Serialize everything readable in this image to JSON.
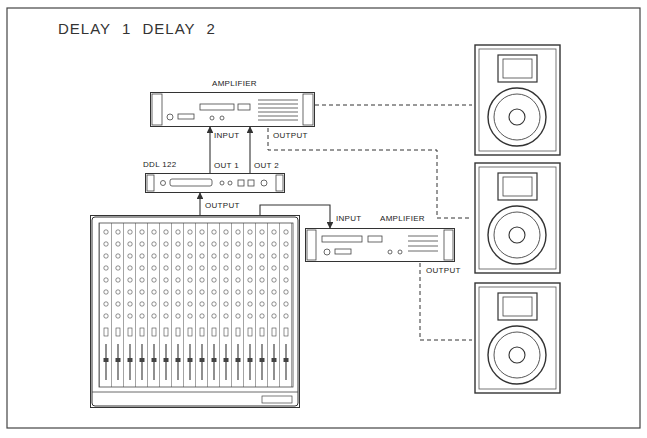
{
  "diagram": {
    "title": "DELAY 1 DELAY 2",
    "nodes": [
      {
        "text": [
          "AMPLIFIER"
        ]
      },
      {
        "text": [
          "DDL 122"
        ]
      },
      {
        "text": [
          "OUTPUT"
        ]
      },
      {
        "text": [
          "AMPLIFIER"
        ]
      }
    ],
    "edges": [
      {
        "from": 2,
        "to": 1,
        "arrow": "to"
      },
      {
        "from": 1,
        "to": 0,
        "arrow": "to"
      },
      {
        "from": 1,
        "to": 0,
        "arrow": "to"
      },
      {
        "from": 2,
        "to": 3,
        "arrow": "to"
      }
    ],
    "labels": [
      "INPUT",
      "OUTPUT",
      "OUT 1",
      "OUT 2",
      "INPUT",
      "OUTPUT"
    ]
  }
}
